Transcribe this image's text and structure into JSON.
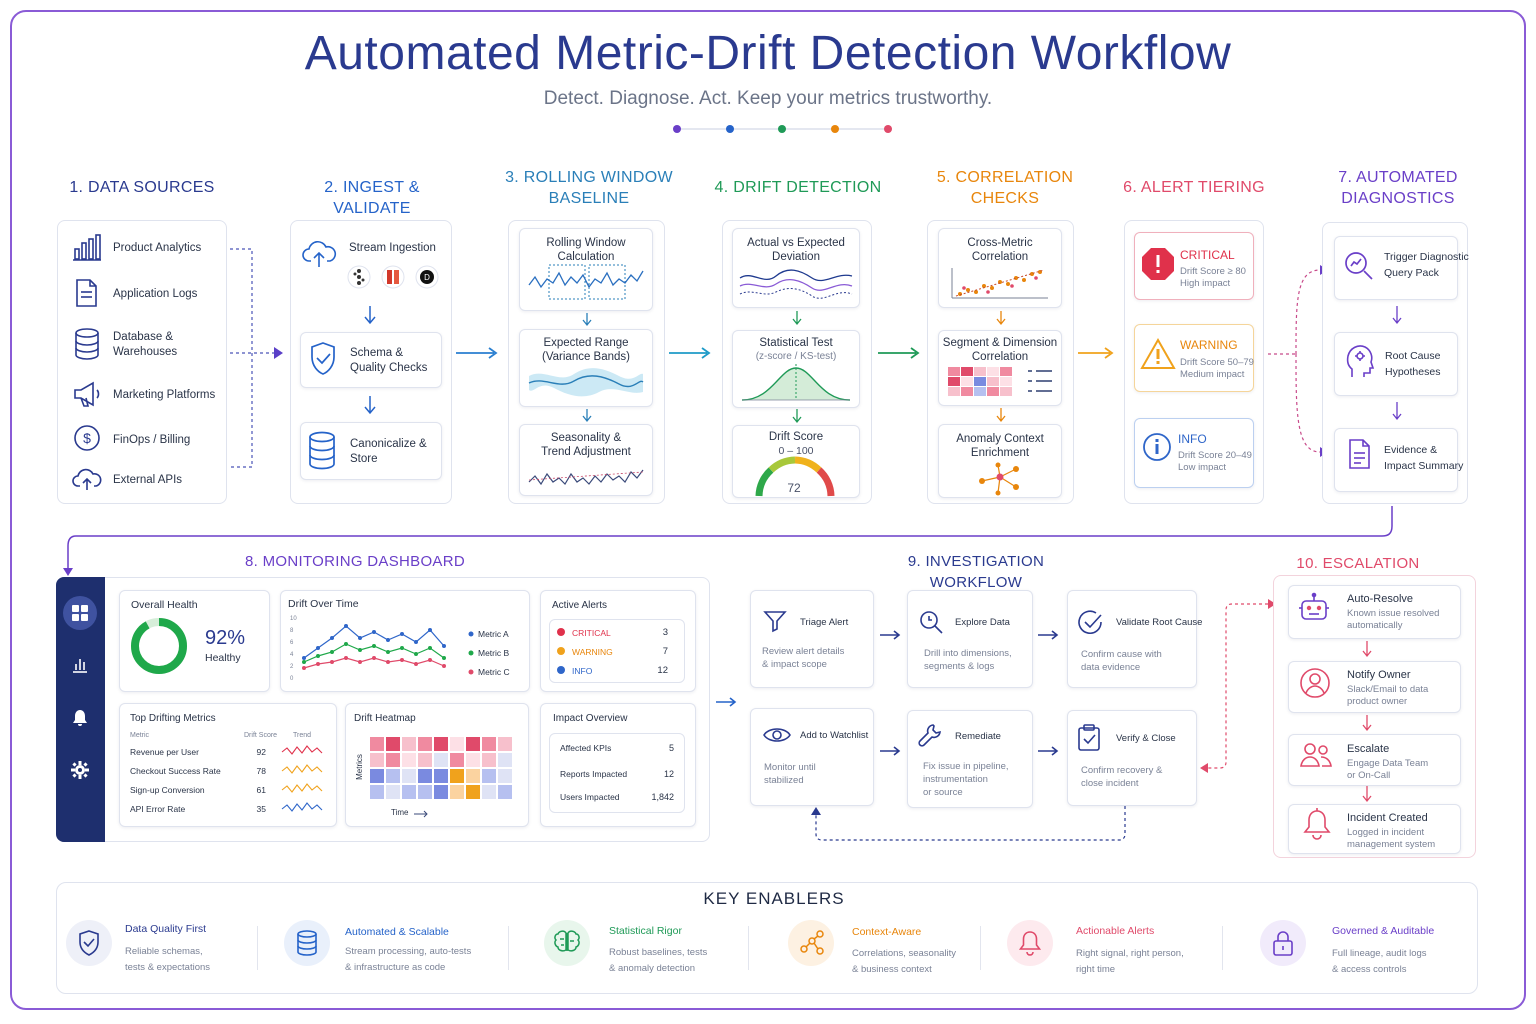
{
  "title": "Automated Metric-Drift Detection Workflow",
  "subtitle": "Detect. Diagnose. Act. Keep your metrics trustworthy.",
  "colors": {
    "stage1": "#2a3a8f",
    "stage2": "#2563c9",
    "stage3": "#2a7fb8",
    "stage4": "#1f9a57",
    "stage5": "#e8860c",
    "stage6": "#e04a6a",
    "stage7": "#6a3fc8",
    "critical": "#e0314b",
    "warning": "#f0a21c",
    "info": "#2f66c9"
  },
  "stages": {
    "s1": {
      "title": "1. DATA SOURCES",
      "items": [
        "Product Analytics",
        "Application Logs",
        "Database &\nWarehouses",
        "Marketing Platforms",
        "FinOps / Billing",
        "External APIs"
      ]
    },
    "s2": {
      "title": "2. INGEST & VALIDATE",
      "stream": "Stream Ingestion",
      "schema": "Schema &\nQuality Checks",
      "canon": "Canonicalize &\nStore"
    },
    "s3": {
      "title": "3. ROLLING WINDOW\nBASELINE",
      "rolling": "Rolling Window\nCalculation",
      "expected": "Expected Range\n(Variance Bands)",
      "season": "Seasonality &\nTrend Adjustment"
    },
    "s4": {
      "title": "4. DRIFT DETECTION",
      "actual": "Actual vs Expected\nDeviation",
      "stat": "Statistical Test",
      "stat_sub": "(z-score / KS-test)",
      "score": "Drift Score",
      "score_range": "0 – 100",
      "score_value": "72"
    },
    "s5": {
      "title": "5. CORRELATION\nCHECKS",
      "cross": "Cross-Metric\nCorrelation",
      "segment": "Segment & Dimension\nCorrelation",
      "anomaly": "Anomaly Context\nEnrichment"
    },
    "s6": {
      "title": "6. ALERT TIERING",
      "critical": {
        "label": "CRITICAL",
        "desc": "Drift Score ≥ 80\nHigh impact"
      },
      "warning": {
        "label": "WARNING",
        "desc": "Drift Score 50–79\nMedium impact"
      },
      "info": {
        "label": "INFO",
        "desc": "Drift Score 20–49\nLow impact"
      }
    },
    "s7": {
      "title": "7. AUTOMATED\nDIAGNOSTICS",
      "trigger": "Trigger Diagnostic\nQuery Pack",
      "root": "Root Cause\nHypotheses",
      "evidence": "Evidence &\nImpact Summary"
    }
  },
  "dashboard": {
    "title": "8. MONITORING DASHBOARD",
    "health": {
      "label": "Overall Health",
      "value": "92%",
      "status": "Healthy",
      "fraction": 0.92
    },
    "drift": {
      "label": "Drift Over Time",
      "legend": [
        "Metric A",
        "Metric B",
        "Metric C"
      ],
      "yticks": [
        "10",
        "8",
        "6",
        "4",
        "2",
        "0"
      ]
    },
    "alerts": {
      "label": "Active Alerts",
      "rows": [
        {
          "name": "CRITICAL",
          "count": "3"
        },
        {
          "name": "WARNING",
          "count": "7"
        },
        {
          "name": "INFO",
          "count": "12"
        }
      ]
    },
    "top": {
      "label": "Top Drifting Metrics",
      "cols": [
        "Metric",
        "Drift Score",
        "Trend"
      ],
      "rows": [
        {
          "name": "Revenue per User",
          "score": "92"
        },
        {
          "name": "Checkout Success Rate",
          "score": "78"
        },
        {
          "name": "Sign-up Conversion",
          "score": "61"
        },
        {
          "name": "API Error Rate",
          "score": "35"
        }
      ]
    },
    "heatmap": {
      "label": "Drift Heatmap",
      "ylabel": "Metrics",
      "xlabel": "Time"
    },
    "impact": {
      "label": "Impact Overview",
      "rows": [
        {
          "name": "Affected KPIs",
          "value": "5"
        },
        {
          "name": "Reports Impacted",
          "value": "12"
        },
        {
          "name": "Users Impacted",
          "value": "1,842"
        }
      ]
    }
  },
  "investigation": {
    "title": "9. INVESTIGATION WORKFLOW",
    "triage": {
      "label": "Triage Alert",
      "desc": "Review alert details\n& impact scope"
    },
    "explore": {
      "label": "Explore Data",
      "desc": "Drill into dimensions,\nsegments & logs"
    },
    "validate": {
      "label": "Validate Root Cause",
      "desc": "Confirm cause with\ndata evidence"
    },
    "watch": {
      "label": "Add to Watchlist",
      "desc": "Monitor until\nstabilized"
    },
    "remediate": {
      "label": "Remediate",
      "desc": "Fix issue in pipeline,\ninstrumentation\nor source"
    },
    "verify": {
      "label": "Verify & Close",
      "desc": "Confirm recovery &\nclose incident"
    }
  },
  "escalation": {
    "title": "10. ESCALATION PATHS",
    "items": [
      {
        "label": "Auto-Resolve",
        "desc": "Known issue resolved\nautomatically"
      },
      {
        "label": "Notify Owner",
        "desc": "Slack/Email to data\nproduct owner"
      },
      {
        "label": "Escalate",
        "desc": "Engage Data Team\nor On-Call"
      },
      {
        "label": "Incident Created",
        "desc": "Logged in incident\nmanagement system"
      }
    ]
  },
  "enablers": {
    "title": "KEY ENABLERS",
    "items": [
      {
        "label": "Data Quality First",
        "desc": "Reliable schemas,\ntests & expectations"
      },
      {
        "label": "Automated & Scalable",
        "desc": "Stream processing, auto-tests\n& infrastructure as code"
      },
      {
        "label": "Statistical Rigor",
        "desc": "Robust baselines, tests\n& anomaly detection"
      },
      {
        "label": "Context-Aware",
        "desc": "Correlations, seasonality\n& business context"
      },
      {
        "label": "Actionable Alerts",
        "desc": "Right signal, right person,\nright time"
      },
      {
        "label": "Governed & Auditable",
        "desc": "Full lineage, audit logs\n& access controls"
      }
    ]
  }
}
